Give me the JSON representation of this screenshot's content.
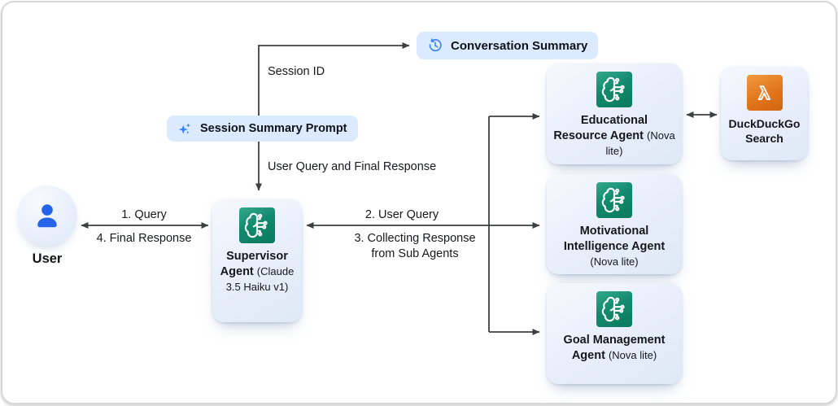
{
  "badges": {
    "conversation_summary": {
      "label": "Conversation Summary",
      "icon": "clock-history"
    },
    "session_summary_prompt": {
      "label": "Session Summary Prompt",
      "icon": "sparkles"
    }
  },
  "edge_labels": {
    "session_id": "Session ID",
    "user_query_final_response": "User Query and Final Response",
    "query": "1. Query",
    "final_response": "4. Final Response",
    "user_query": "2. User Query",
    "collecting_line1": "3. Collecting Response",
    "collecting_line2": "from Sub Agents"
  },
  "user": {
    "label": "User",
    "icon": "person"
  },
  "nodes": {
    "supervisor": {
      "title": "Supervisor Agent",
      "model": "(Claude 3.5 Haiku v1)",
      "icon": "brain-circuit"
    },
    "educational": {
      "title": "Educational Resource Agent",
      "model": "(Nova lite)",
      "icon": "brain-circuit"
    },
    "motivational": {
      "title": "Motivational Intelligence Agent",
      "model": "(Nova lite)",
      "icon": "brain-circuit"
    },
    "goal": {
      "title": "Goal Management Agent",
      "model": "(Nova lite)",
      "icon": "brain-circuit"
    },
    "duckduckgo": {
      "title": "DuckDuckGo Search",
      "icon": "lambda"
    }
  },
  "colors": {
    "arrow": "#3d3f42",
    "badge_bg": "#dbeafe",
    "card_bg": "#e9effa",
    "agent_icon_teal": "#128a6d",
    "lambda_icon_orange": "#e2761c",
    "user_icon_blue": "#2563eb",
    "badge_icon_blue": "#3b82f6",
    "text": "#15171c"
  }
}
